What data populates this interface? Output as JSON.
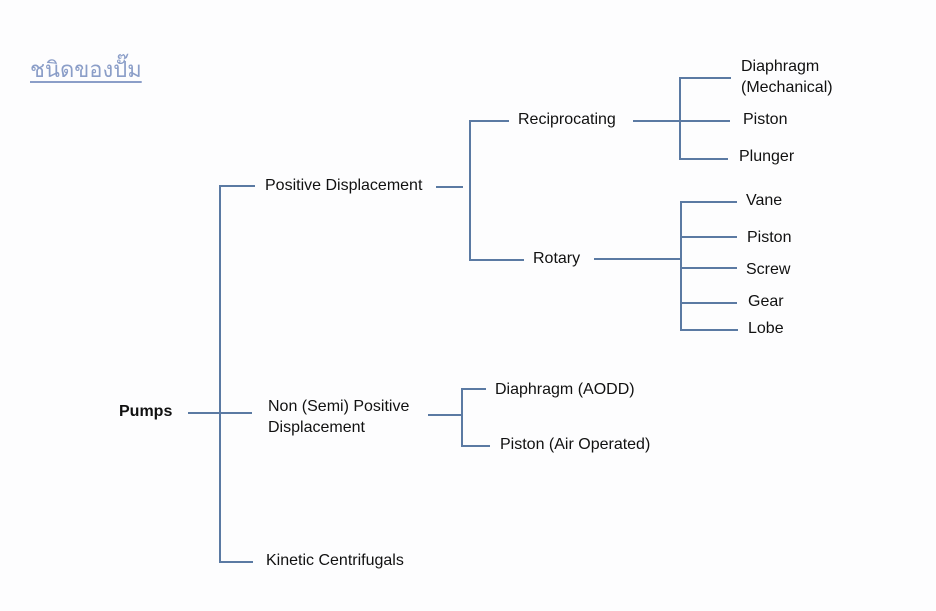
{
  "title": "ชนิดของปั๊ม",
  "tree": {
    "root": "Pumps",
    "positive_displacement": {
      "label": "Positive Displacement",
      "reciprocating": {
        "label": "Reciprocating",
        "children": [
          "Diaphragm",
          "(Mechanical)",
          "Piston",
          "Plunger"
        ]
      },
      "rotary": {
        "label": "Rotary",
        "children": [
          "Vane",
          "Piston",
          "Screw",
          "Gear",
          "Lobe"
        ]
      }
    },
    "non_positive": {
      "label_line1": "Non (Semi) Positive",
      "label_line2": "Displacement",
      "children": [
        "Diaphragm (AODD)",
        "Piston (Air Operated)"
      ]
    },
    "kinetic": {
      "label": "Kinetic Centrifugals"
    }
  }
}
